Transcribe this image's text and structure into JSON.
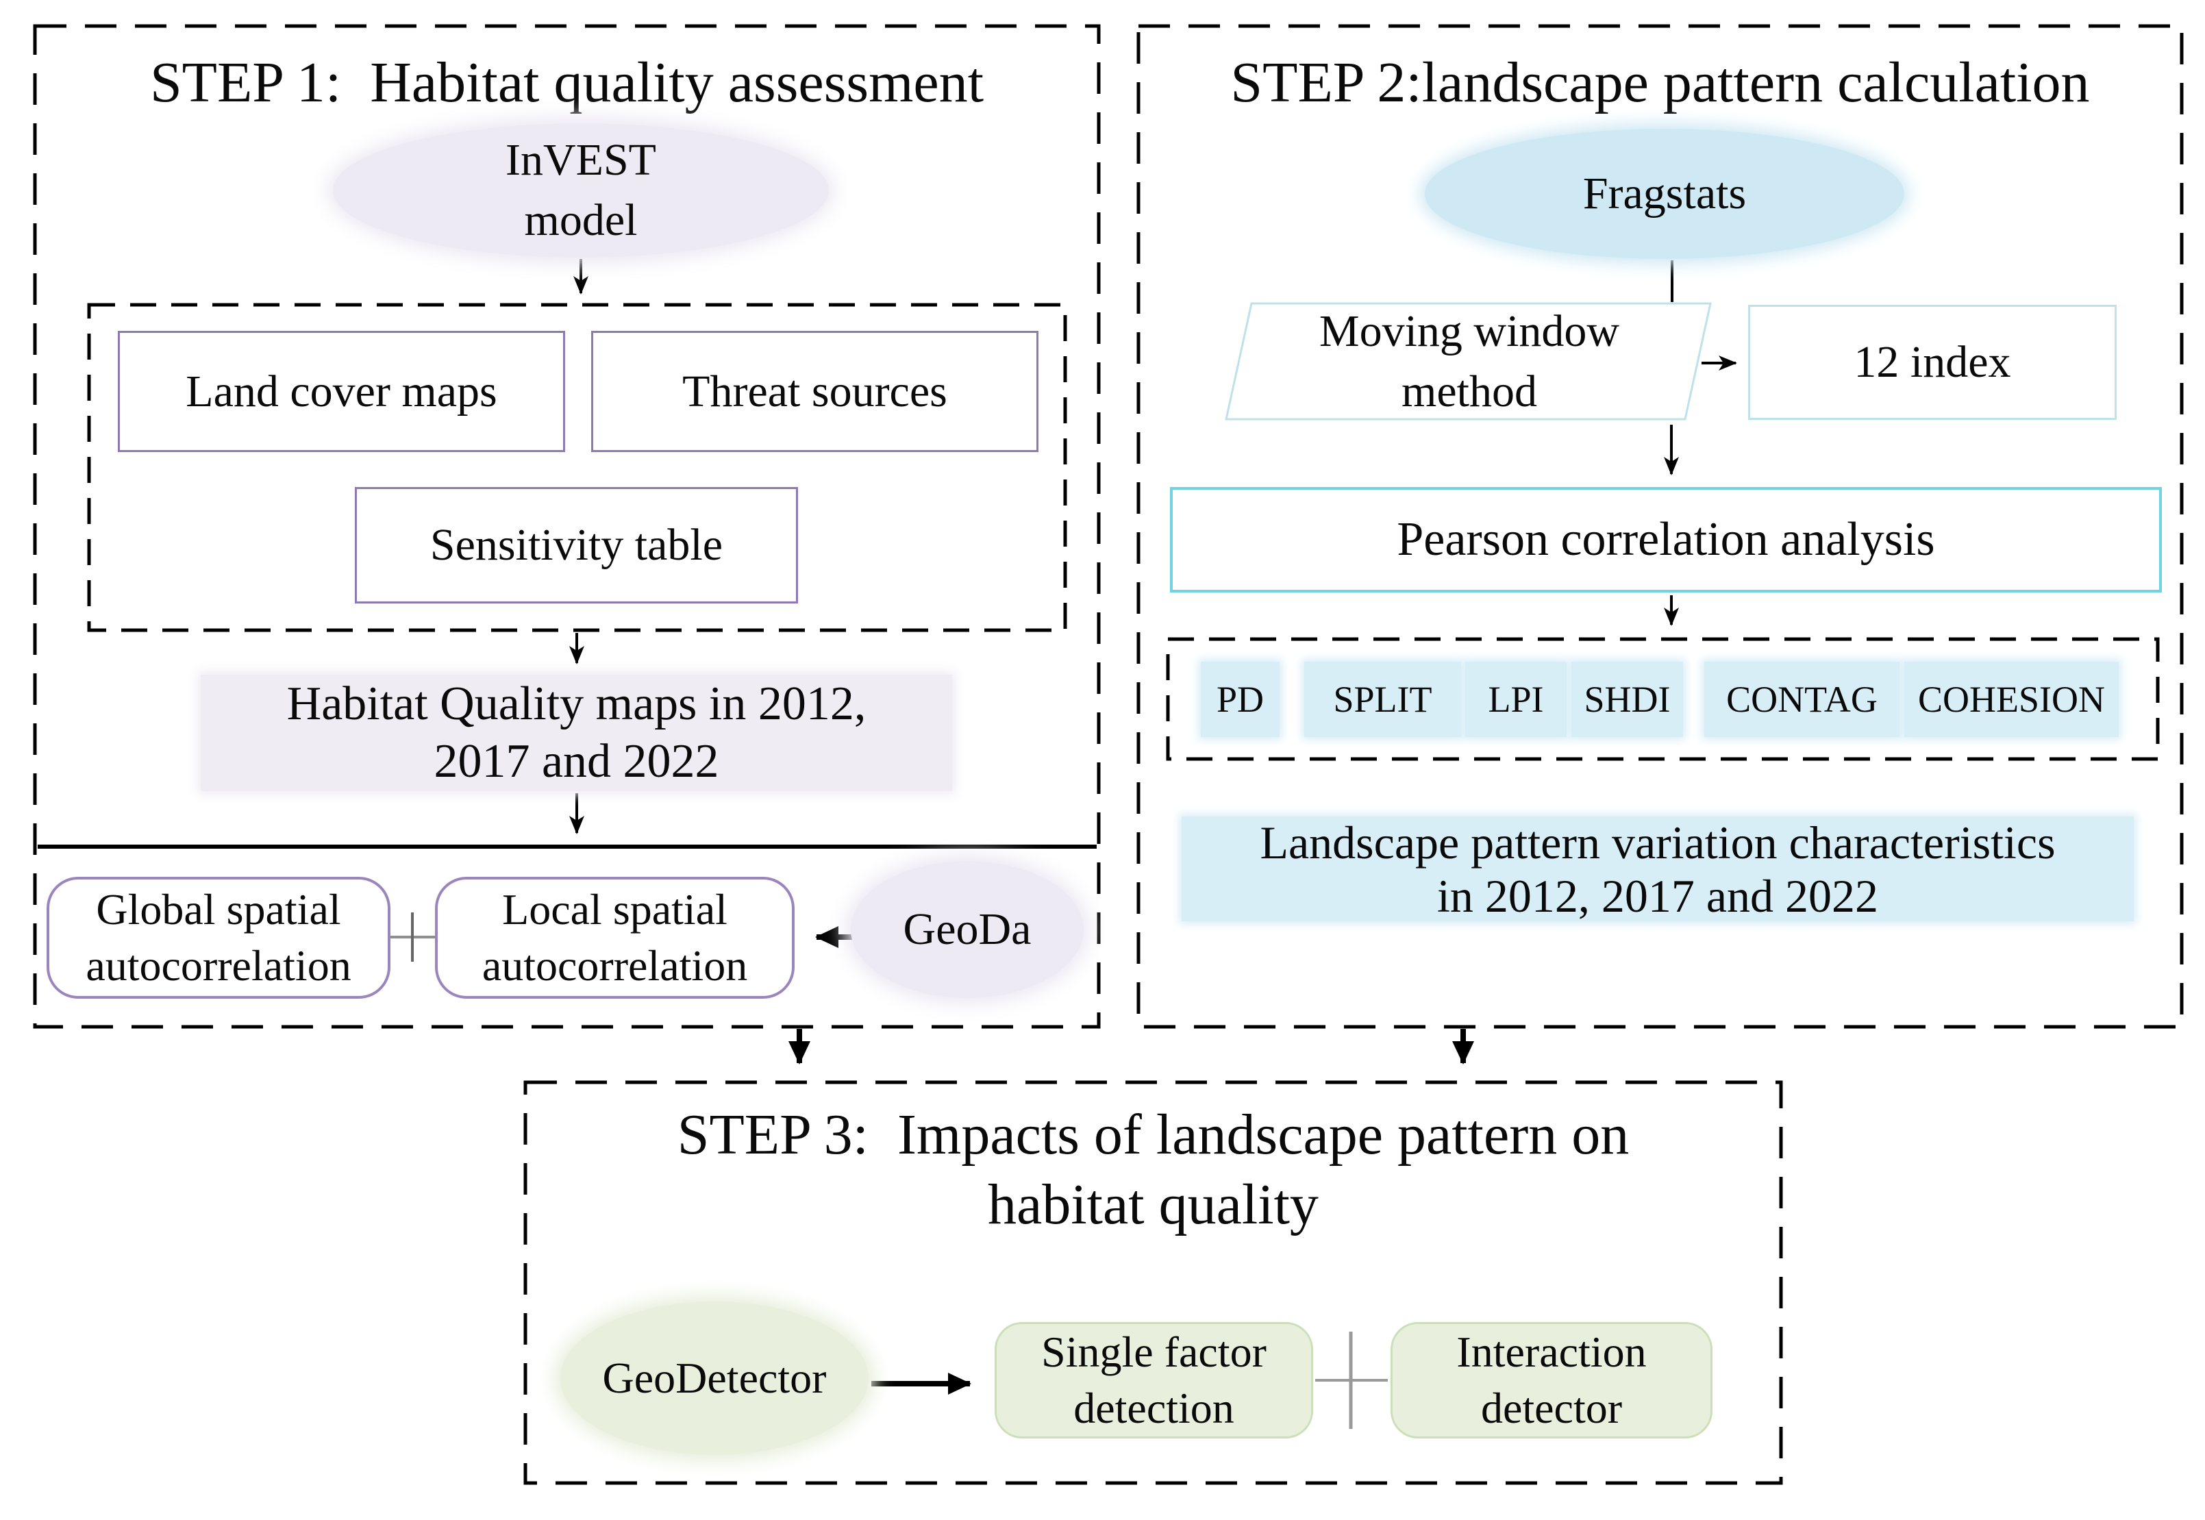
{
  "figure": {
    "kind": "methodology-flowchart",
    "background": "#ffffff"
  },
  "step1": {
    "title": "STEP 1:  Habitat quality assessment",
    "invest_model": "InVEST\nmodel",
    "inputs": {
      "land_cover": "Land cover maps",
      "threat_sources": "Threat sources",
      "sensitivity_table": "Sensitivity table"
    },
    "habitat_quality_maps": "Habitat Quality maps in 2012,\n2017 and 2022",
    "global_autocorrelation": "Global spatial\nautocorrelation",
    "local_autocorrelation": "Local spatial\nautocorrelation",
    "geoda": "GeoDa"
  },
  "step2": {
    "title": "STEP 2:landscape pattern calculation",
    "fragstats": "Fragstats",
    "moving_window": "Moving window\nmethod",
    "index_count": "12 index",
    "pearson": "Pearson correlation analysis",
    "indices": [
      "PD",
      "SPLIT",
      "LPI",
      "SHDI",
      "CONTAG",
      "COHESION"
    ],
    "landscape_variation": "Landscape pattern variation characteristics\nin 2012, 2017 and 2022"
  },
  "step3": {
    "title": "STEP 3:  Impacts of landscape pattern on\nhabitat quality",
    "geodetector": "GeoDetector",
    "single_factor": "Single factor\ndetection",
    "interaction_detector": "Interaction\ndetector"
  },
  "colors": {
    "lavender_fill": "#edeaf3",
    "cyan_ellipse_fill": "#cfe9f4",
    "cyan_fill": "#d8eef7",
    "green_fill": "#e8f0dd",
    "green_border": "#cddfba",
    "purple_border": "#8d7ab5",
    "purple_round_border": "#9b85bd",
    "cyan_border_strong": "#6fd3e2",
    "cyan_border_pale": "#bfe1ea",
    "line_black": "#000000",
    "plus_grey": "#9a9a9a"
  }
}
